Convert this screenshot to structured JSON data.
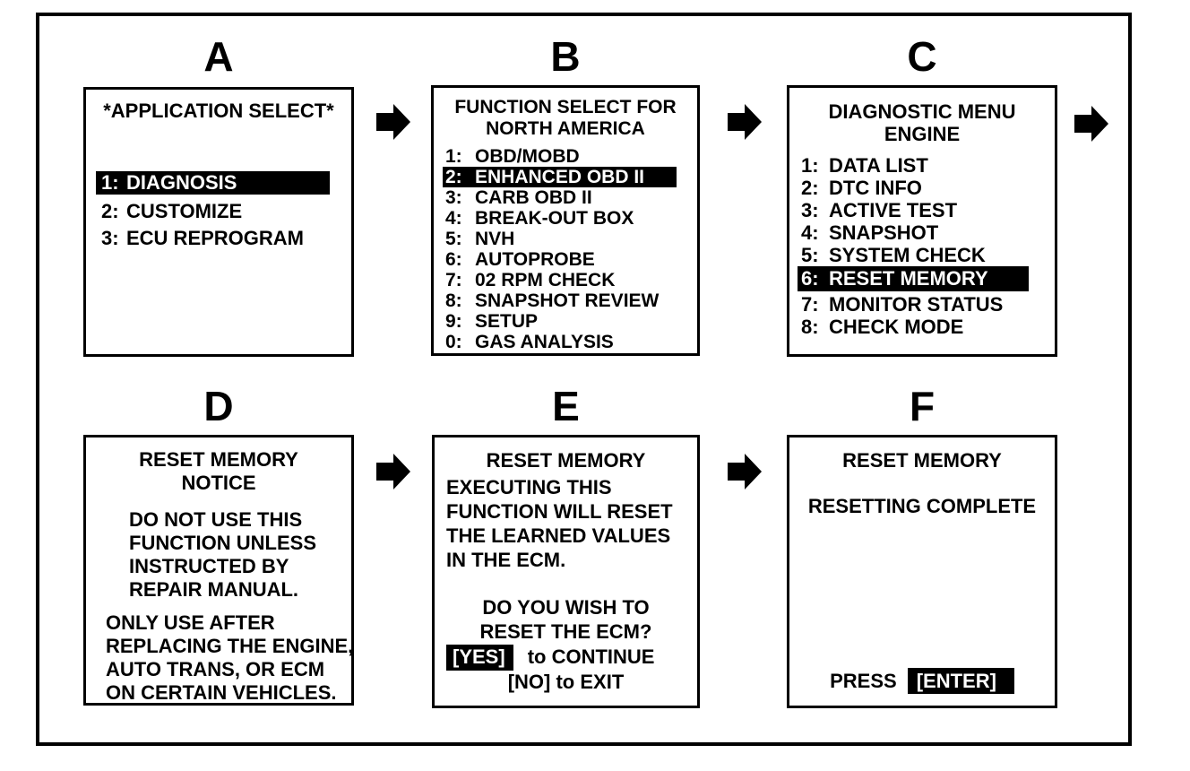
{
  "colors": {
    "ink": "#000000",
    "paper": "#ffffff",
    "highlight_bg": "#000000",
    "highlight_text": "#ffffff"
  },
  "icons": {
    "flow_arrow": "arrow-right"
  },
  "panels": [
    {
      "letter": "A",
      "title_lines": [
        "*APPLICATION SELECT*"
      ],
      "items": [
        {
          "num": "1:",
          "label": "DIAGNOSIS",
          "highlighted": true
        },
        {
          "num": "2:",
          "label": "CUSTOMIZE",
          "highlighted": false
        },
        {
          "num": "3:",
          "label": "ECU REPROGRAM",
          "highlighted": false
        }
      ]
    },
    {
      "letter": "B",
      "title_lines": [
        "FUNCTION SELECT FOR",
        "NORTH AMERICA"
      ],
      "items": [
        {
          "num": "1:",
          "label": "OBD/MOBD",
          "highlighted": false
        },
        {
          "num": "2:",
          "label": "ENHANCED OBD II",
          "highlighted": true
        },
        {
          "num": "3:",
          "label": "CARB OBD II",
          "highlighted": false
        },
        {
          "num": "4:",
          "label": "BREAK-OUT BOX",
          "highlighted": false
        },
        {
          "num": "5:",
          "label": "NVH",
          "highlighted": false
        },
        {
          "num": "6:",
          "label": "AUTOPROBE",
          "highlighted": false
        },
        {
          "num": "7:",
          "label": "02 RPM CHECK",
          "highlighted": false
        },
        {
          "num": "8:",
          "label": "SNAPSHOT REVIEW",
          "highlighted": false
        },
        {
          "num": "9:",
          "label": "SETUP",
          "highlighted": false
        },
        {
          "num": "0:",
          "label": "GAS ANALYSIS",
          "highlighted": false
        }
      ]
    },
    {
      "letter": "C",
      "title_lines": [
        "DIAGNOSTIC MENU",
        "ENGINE"
      ],
      "items": [
        {
          "num": "1:",
          "label": "DATA LIST",
          "highlighted": false
        },
        {
          "num": "2:",
          "label": "DTC INFO",
          "highlighted": false
        },
        {
          "num": "3:",
          "label": "ACTIVE TEST",
          "highlighted": false
        },
        {
          "num": "4:",
          "label": "SNAPSHOT",
          "highlighted": false
        },
        {
          "num": "5:",
          "label": "SYSTEM CHECK",
          "highlighted": false
        },
        {
          "num": "6:",
          "label": "RESET MEMORY",
          "highlighted": true
        },
        {
          "num": "7:",
          "label": "MONITOR STATUS",
          "highlighted": false
        },
        {
          "num": "8:",
          "label": "CHECK MODE",
          "highlighted": false
        }
      ]
    },
    {
      "letter": "D",
      "title_lines": [
        "RESET MEMORY",
        "NOTICE"
      ],
      "paragraph1": [
        "DO NOT USE THIS",
        "FUNCTION UNLESS",
        "INSTRUCTED BY",
        "REPAIR MANUAL."
      ],
      "paragraph2": [
        "ONLY USE AFTER",
        "REPLACING THE ENGINE,",
        "AUTO TRANS, OR ECM",
        "ON CERTAIN VEHICLES."
      ]
    },
    {
      "letter": "E",
      "title_lines": [
        "RESET MEMORY"
      ],
      "body_lines": [
        "EXECUTING THIS",
        "FUNCTION WILL RESET",
        "THE LEARNED VALUES",
        "IN THE ECM."
      ],
      "prompt_lines": [
        "DO YOU WISH TO",
        "RESET THE ECM?"
      ],
      "yes_key": "[YES]",
      "yes_suffix": "to CONTINUE",
      "no_line": "[NO] to EXIT"
    },
    {
      "letter": "F",
      "title": "RESET MEMORY",
      "status": "RESETTING COMPLETE",
      "press_label": "PRESS",
      "enter_key": "[ENTER]"
    }
  ]
}
